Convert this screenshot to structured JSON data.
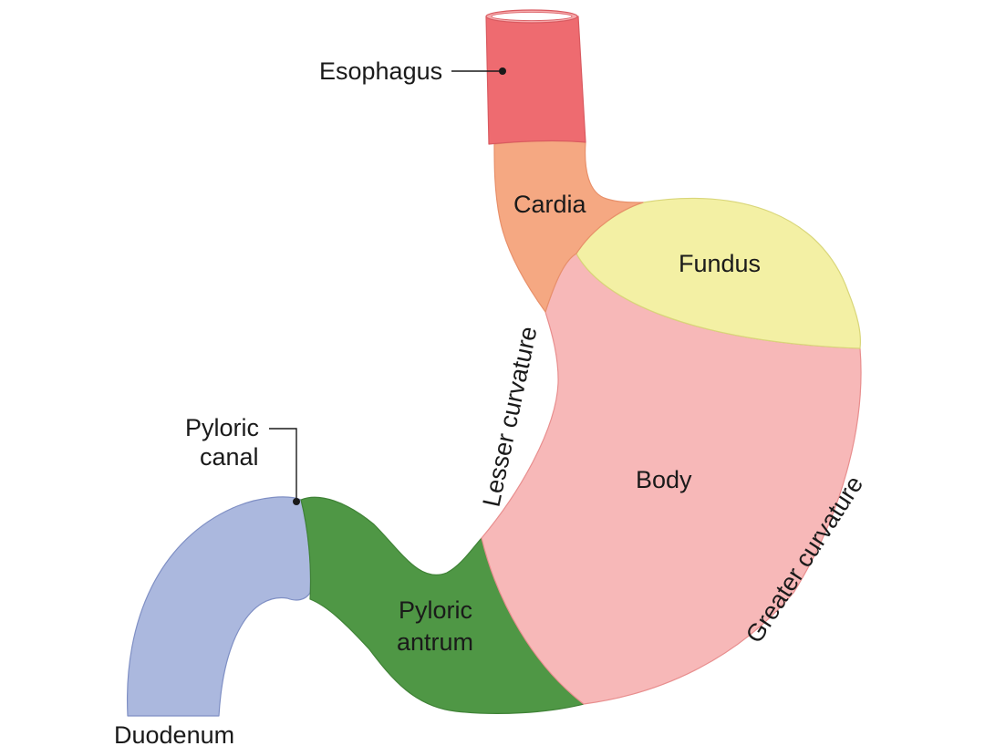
{
  "regions": {
    "esophagus": {
      "color": "#ee6b70",
      "rim": "#f5a9ab",
      "stroke": "#d95a60"
    },
    "cardia": {
      "color": "#f5a882",
      "stroke": "#e8906a"
    },
    "fundus": {
      "color": "#f3f0a4",
      "stroke": "#d9d67a"
    },
    "body": {
      "color": "#f7b8b8",
      "stroke": "#e88e8e"
    },
    "pyloric_antrum": {
      "color": "#4f9745",
      "stroke": "#3f8236"
    },
    "duodenum": {
      "color": "#abb8de",
      "stroke": "#7f8fc4"
    }
  },
  "labels": {
    "esophagus": "Esophagus",
    "cardia": "Cardia",
    "fundus": "Fundus",
    "body": "Body",
    "pyloric_antrum_1": "Pyloric",
    "pyloric_antrum_2": "antrum",
    "pyloric_canal_1": "Pyloric",
    "pyloric_canal_2": "canal",
    "duodenum": "Duodenum",
    "lesser_curvature": "Lesser curvature",
    "greater_curvature": "Greater curvature"
  }
}
